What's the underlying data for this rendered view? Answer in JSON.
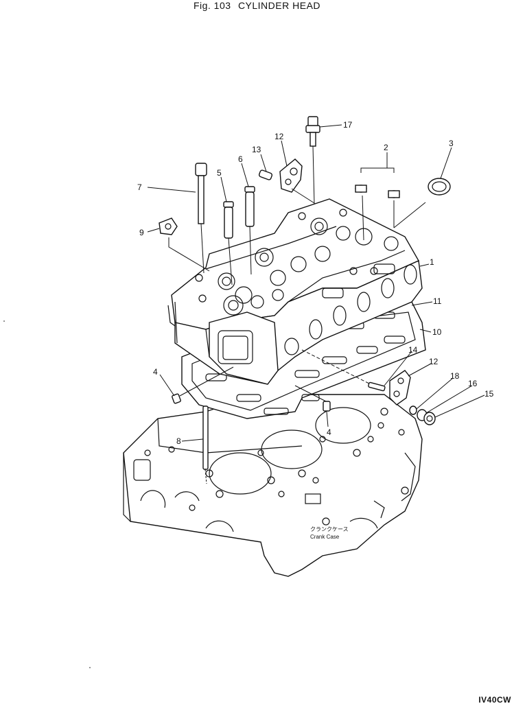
{
  "figure": {
    "prefix": "Fig. 103",
    "title": "CYLINDER HEAD"
  },
  "callouts": {
    "c1": "1",
    "c2": "2",
    "c3": "3",
    "c4a": "4",
    "c4b": "4",
    "c5": "5",
    "c6": "6",
    "c7": "7",
    "c8": "8",
    "c9": "9",
    "c10": "10",
    "c11": "11",
    "c12a": "12",
    "c12b": "12",
    "c13": "13",
    "c14": "14",
    "c15": "15",
    "c16": "16",
    "c17": "17",
    "c18": "18"
  },
  "crank_case": {
    "jp": "クランクケース",
    "en": "Crank Case"
  },
  "drawing_code": "IV40CW"
}
